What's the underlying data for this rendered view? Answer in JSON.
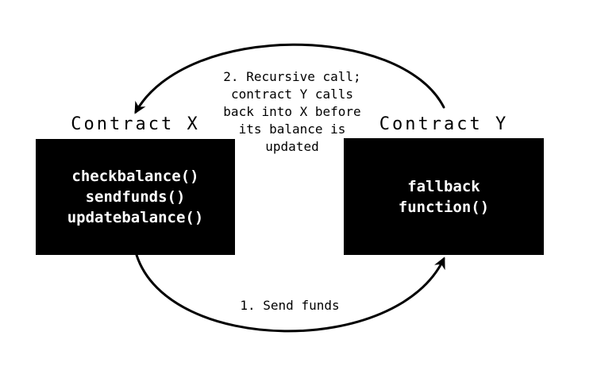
{
  "diagram": {
    "colors": {
      "background": "#ffffff",
      "ink": "#000000",
      "node_fill": "#000000",
      "node_text": "#ffffff"
    },
    "nodes": {
      "contract_x": {
        "title": "Contract X",
        "functions": [
          "checkbalance()",
          "sendfunds()",
          "updatebalance()"
        ]
      },
      "contract_y": {
        "title": "Contract Y",
        "functions": [
          "fallback",
          "function()"
        ]
      }
    },
    "arrows": {
      "send_funds": {
        "label": "1. Send funds",
        "from": "Contract X",
        "to": "Contract Y"
      },
      "recursive_call": {
        "label_lines": [
          "2. Recursive call;",
          "contract Y calls",
          "back into X before",
          "its balance is",
          "updated"
        ],
        "from": "Contract Y",
        "to": "Contract X"
      }
    }
  }
}
